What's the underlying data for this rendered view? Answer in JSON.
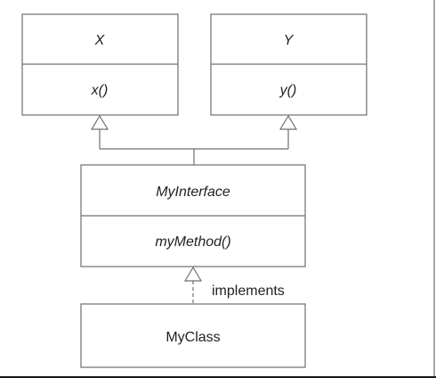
{
  "diagram": {
    "classes": {
      "x": {
        "name": "X",
        "method": "x()"
      },
      "y": {
        "name": "Y",
        "method": "y()"
      },
      "my_interface": {
        "name": "MyInterface",
        "method": "myMethod()"
      },
      "my_class": {
        "name": "MyClass"
      }
    },
    "relations": {
      "implements_label": "implements"
    }
  }
}
